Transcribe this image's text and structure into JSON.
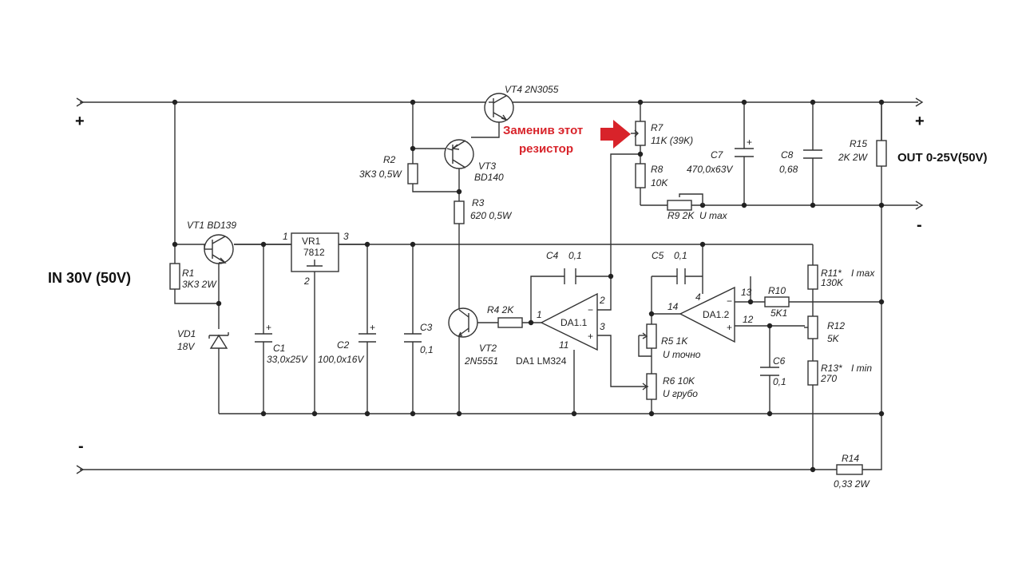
{
  "terminals": {
    "in_plus": "+",
    "in_minus": "-",
    "out_plus": "+",
    "out_minus": "-",
    "input_label": "IN 30V (50V)",
    "output_label": "OUT 0-25V(50V)"
  },
  "annotation": {
    "line1": "Заменив этот",
    "line2": "резистор",
    "arrow_color": "#d8232a"
  },
  "transistors": {
    "vt1": "VT1  BD139",
    "vt2": "VT2",
    "vt2_type": "2N5551",
    "vt3": "VT3",
    "vt3_type": "BD140",
    "vt4": "VT4  2N3055"
  },
  "regulator": {
    "name": "VR1",
    "type": "7812",
    "pin1": "1",
    "pin2": "2",
    "pin3": "3"
  },
  "zener": {
    "name": "VD1",
    "value": "18V"
  },
  "resistors": {
    "r1": "R1",
    "r1_val": "3K3 2W",
    "r2": "R2",
    "r2_val": "3K3 0,5W",
    "r3": "R3",
    "r3_val": "620 0,5W",
    "r4": "R4  2K",
    "r5": "R5  1K",
    "r5_sub": "U точно",
    "r6": "R6  10K",
    "r6_sub": "U грубо",
    "r7": "R7",
    "r7_val": "11K (39K)",
    "r8": "R8",
    "r8_val": "10K",
    "r9": "R9 2K",
    "r9_sub": "U max",
    "r10": "R10",
    "r10_val": "5K1",
    "r11": "R11*",
    "r11_sub": "I max",
    "r11_val": "130K",
    "r12": "R12",
    "r12_val": "5K",
    "r13": "R13*",
    "r13_sub": "I min",
    "r13_val": "270",
    "r14": "R14",
    "r14_val": "0,33 2W",
    "r15": "R15",
    "r15_val": "2K 2W"
  },
  "capacitors": {
    "c1": "C1",
    "c1_val": "33,0x25V",
    "c2": "C2",
    "c2_val": "100,0x16V",
    "c3": "C3",
    "c3_val": "0,1",
    "c4": "C4",
    "c4_val": "0,1",
    "c5": "C5",
    "c5_val": "0,1",
    "c6": "C6",
    "c6_val": "0,1",
    "c7": "C7",
    "c7_val": "470,0x63V",
    "c8": "C8",
    "c8_val": "0,68"
  },
  "opamps": {
    "da11": "DA1.1",
    "da12": "DA1.2",
    "chip": "DA1 LM324",
    "minus": "−",
    "plus": "+",
    "pins": {
      "p1": "1",
      "p2": "2",
      "p3": "3",
      "p4": "4",
      "p11": "11",
      "p12": "12",
      "p13": "13",
      "p14": "14"
    }
  }
}
